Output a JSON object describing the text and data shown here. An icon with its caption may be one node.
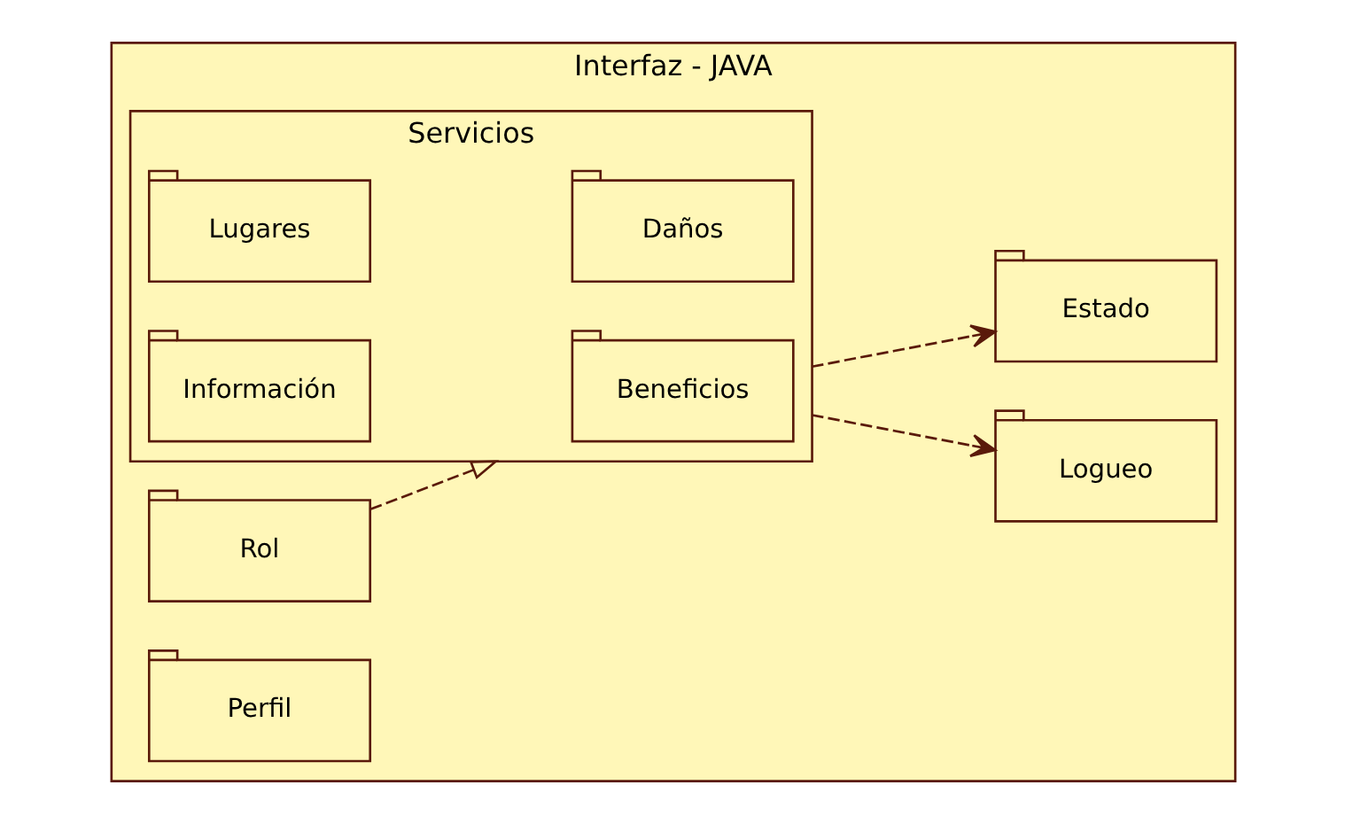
{
  "diagram": {
    "nodes": [
      {
        "text": [
          "Interfaz - JAVA"
        ]
      },
      {
        "text": [
          "Servicios"
        ],
        "in": 0
      },
      {
        "text": [
          "Información"
        ],
        "in": 1
      },
      {
        "text": [
          "Beneficios"
        ],
        "in": 1
      },
      {
        "text": [
          "Lugares"
        ],
        "in": 1
      },
      {
        "text": [
          "Daños"
        ],
        "in": 1
      },
      {
        "text": [
          "Logueo"
        ],
        "in": 0
      },
      {
        "text": [
          "Estado"
        ],
        "in": 0
      },
      {
        "text": [
          "Rol"
        ],
        "in": 0
      },
      {
        "text": [
          "Perfil"
        ],
        "in": 0
      }
    ],
    "edges": [
      {
        "from": 1,
        "to": 6,
        "arrow": "to",
        "style": "dashed"
      },
      {
        "from": 1,
        "to": 7,
        "arrow": "to",
        "style": "dashed"
      },
      {
        "from": 8,
        "to": 1,
        "arrow": "to",
        "style": "dashed"
      }
    ]
  }
}
